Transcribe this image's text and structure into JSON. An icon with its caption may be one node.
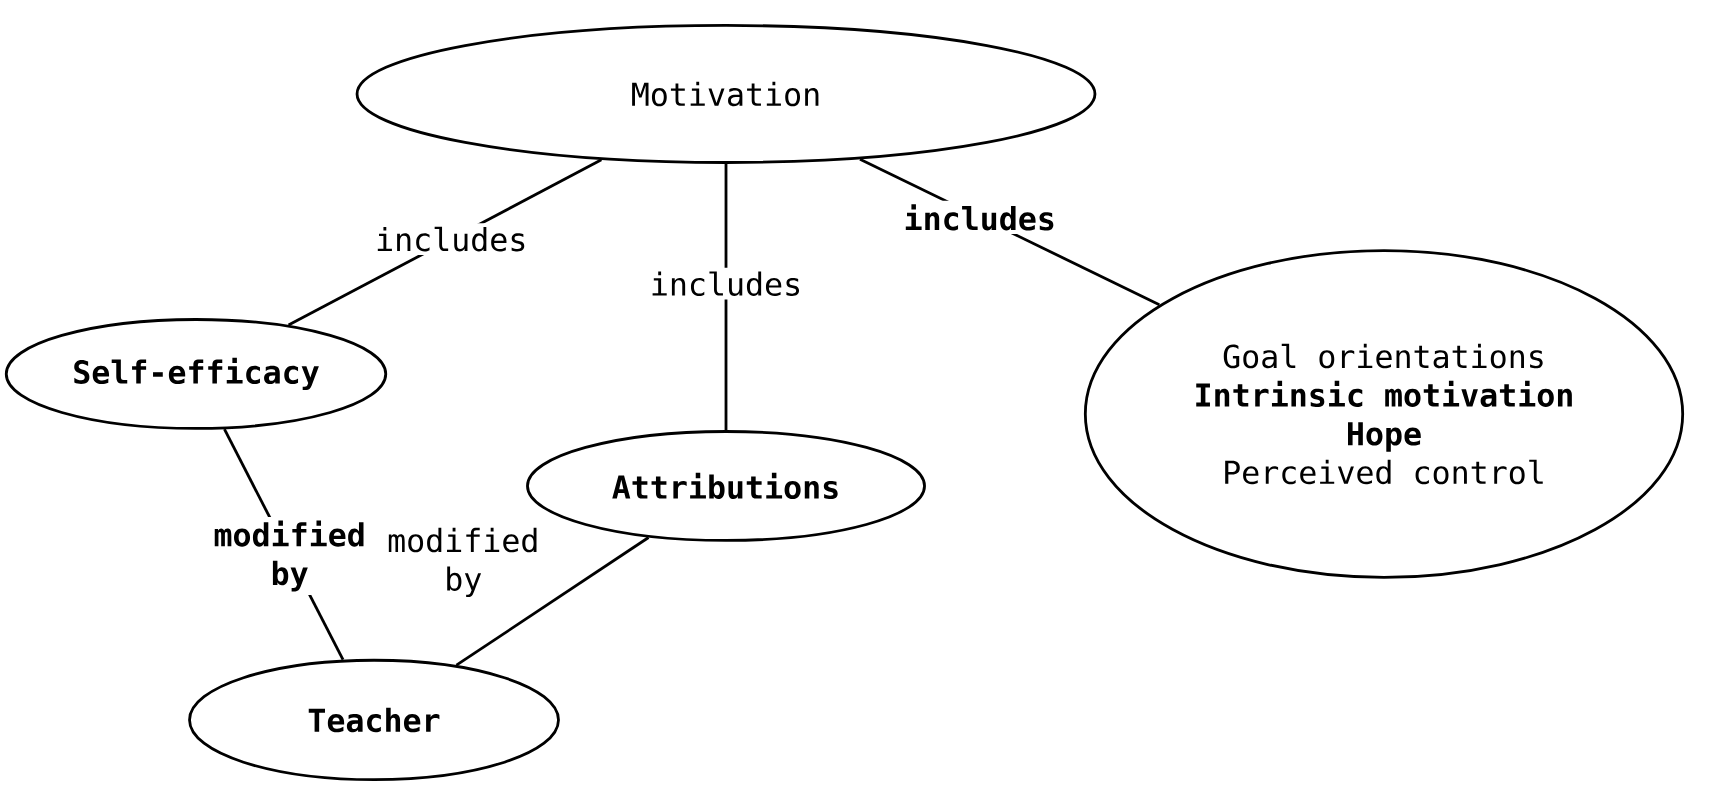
{
  "diagram": {
    "nodes": [
      {
        "text": [
          "Motivation"
        ]
      },
      {
        "text": [
          "Self-efficacy"
        ]
      },
      {
        "text": [
          "Attributions"
        ]
      },
      {
        "text": [
          "Goal orientations",
          "Intrinsic motivation",
          "Hope",
          "Perceived control"
        ]
      },
      {
        "text": [
          "Teacher"
        ]
      }
    ],
    "edges": [
      {
        "from": 0,
        "to": 1,
        "arrow": "none",
        "label": "includes"
      },
      {
        "from": 0,
        "to": 2,
        "arrow": "none",
        "label": "includes"
      },
      {
        "from": 0,
        "to": 3,
        "arrow": "none",
        "label": "includes"
      },
      {
        "from": 1,
        "to": 4,
        "arrow": "none",
        "label": "modified by"
      },
      {
        "from": 2,
        "to": 4,
        "arrow": "none",
        "label": "modified by"
      }
    ]
  }
}
